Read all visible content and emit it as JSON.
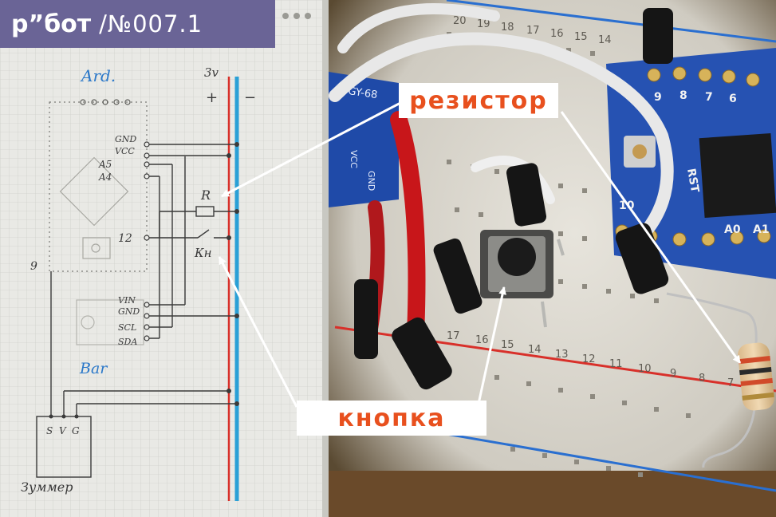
{
  "header": {
    "brand": "р”бот",
    "code": "/№007.1"
  },
  "schematic": {
    "ard": "Ard.",
    "supply": "3v",
    "plus": "+",
    "minus": "−",
    "pins_top": [
      "GND",
      "VCC",
      "A5",
      "A4"
    ],
    "pin_12": "12",
    "pin_9": "9",
    "resistor_tag": "R",
    "button_tag": "Кн",
    "pins_bottom": [
      "VIN",
      "GND",
      "SCL",
      "SDA"
    ],
    "bar": "Bar",
    "buzzer_pins": [
      "S",
      "V",
      "G"
    ],
    "buzzer": "Зуммер"
  },
  "photo": {
    "labels": {
      "resistor": "резистор",
      "button": "кнопка"
    },
    "board_silk": [
      "GY-68",
      "GND",
      "VCC",
      "RST",
      "A0",
      "A1",
      "10",
      "9",
      "8",
      "7",
      "6"
    ],
    "breadboard_numbers": [
      "20",
      "19",
      "18",
      "17",
      "16",
      "15",
      "14",
      "13",
      "12",
      "11",
      "10",
      "9",
      "8",
      "7"
    ]
  },
  "colors": {
    "accent": "#e8501e",
    "title_bg": "#6a6496",
    "pencil": "#3a3a3a",
    "ink_blue": "#2b78c9",
    "rail_red": "#d8302a",
    "rail_blue": "#2aa0d6"
  }
}
